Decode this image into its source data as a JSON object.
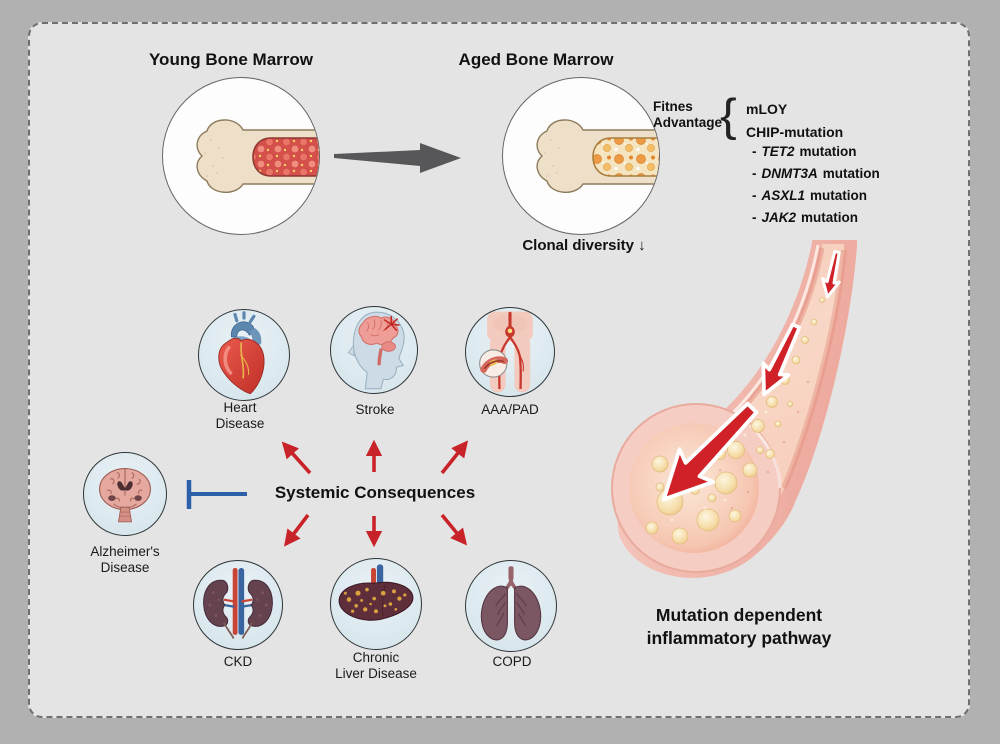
{
  "figure": {
    "young_title": "Young Bone Marrow",
    "aged_title": "Aged Bone Marrow",
    "clonal_label": "Clonal diversity ↓",
    "systemic_label": "Systemic Consequences",
    "caption_line1": "Mutation dependent",
    "caption_line2": "inflammatory pathway"
  },
  "fitness": {
    "label_line1": "Fitnes",
    "label_line2": "Advantage",
    "brace": "{",
    "mloy": "mLOY",
    "chip": "CHIP-mutation",
    "mutations": [
      {
        "dash": "-",
        "gene": "TET2",
        "rest": "mutation"
      },
      {
        "dash": "-",
        "gene": "DNMT3A",
        "rest": "mutation"
      },
      {
        "dash": "-",
        "gene": "ASXL1",
        "rest": "mutation"
      },
      {
        "dash": "-",
        "gene": "JAK2",
        "rest": "mutation"
      }
    ]
  },
  "organs": [
    {
      "id": "heart",
      "line1": "Heart",
      "line2": "Disease",
      "icon": "heart-icon"
    },
    {
      "id": "stroke",
      "line1": "Stroke",
      "line2": "",
      "icon": "brain-stroke-icon"
    },
    {
      "id": "aaa-pad",
      "line1": "AAA/PAD",
      "line2": "",
      "icon": "aorta-arteries-icon"
    },
    {
      "id": "alzheimers",
      "line1": "Alzheimer's",
      "line2": "Disease",
      "icon": "brain-section-icon"
    },
    {
      "id": "ckd",
      "line1": "CKD",
      "line2": "",
      "icon": "kidneys-icon"
    },
    {
      "id": "chronic-liver",
      "line1": "Chronic",
      "line2": "Liver Disease",
      "icon": "liver-icon"
    },
    {
      "id": "copd",
      "line1": "COPD",
      "line2": "",
      "icon": "lungs-icon"
    }
  ],
  "colors": {
    "outer_background": "#b1b1b1",
    "panel_background": "#e4e4e4",
    "arrow_red": "#c9232a",
    "inhibition_blue": "#2b5fa8",
    "organ_circle_fill": "#dbe8ee",
    "transition_arrow_gray": "#57575a",
    "young_marrow_red": "#d6504b",
    "aged_marrow_tan": "#f4e4c0"
  }
}
